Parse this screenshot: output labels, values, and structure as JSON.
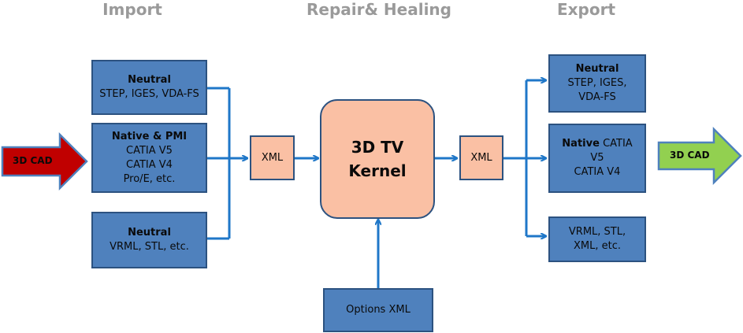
{
  "headers": {
    "import": "Import",
    "repair": "Repair& Healing",
    "export": "Export"
  },
  "input_arrow": {
    "label": "3D CAD"
  },
  "output_arrow": {
    "label": "3D CAD"
  },
  "import_boxes": {
    "neutral1": {
      "title": "Neutral",
      "text": "STEP, IGES, VDA-FS"
    },
    "native": {
      "title": "Native  & PMI",
      "lines": [
        "CATIA V5",
        "CATIA V4",
        "Pro/E, etc."
      ]
    },
    "neutral2": {
      "title": "Neutral",
      "text": "VRML, STL, etc."
    }
  },
  "xml_in": "XML",
  "kernel": {
    "line1": "3D TV",
    "line2": "Kernel"
  },
  "xml_out": "XML",
  "options": "Options XML",
  "export_boxes": {
    "neutral": {
      "title": "Neutral",
      "text": "STEP, IGES, VDA-FS"
    },
    "native": {
      "title": "Native",
      "text": "CATIA V5",
      "line2": "CATIA V4"
    },
    "other": {
      "text": "VRML, STL, XML, etc."
    }
  },
  "colors": {
    "box_fill": "#4f81bd",
    "box_border": "#2c5280",
    "kernel_fill": "#fac0a4",
    "connector": "#1f77c8",
    "input_arrow": "#c00000",
    "output_arrow": "#92d050",
    "header_text": "#9a9a9a"
  }
}
